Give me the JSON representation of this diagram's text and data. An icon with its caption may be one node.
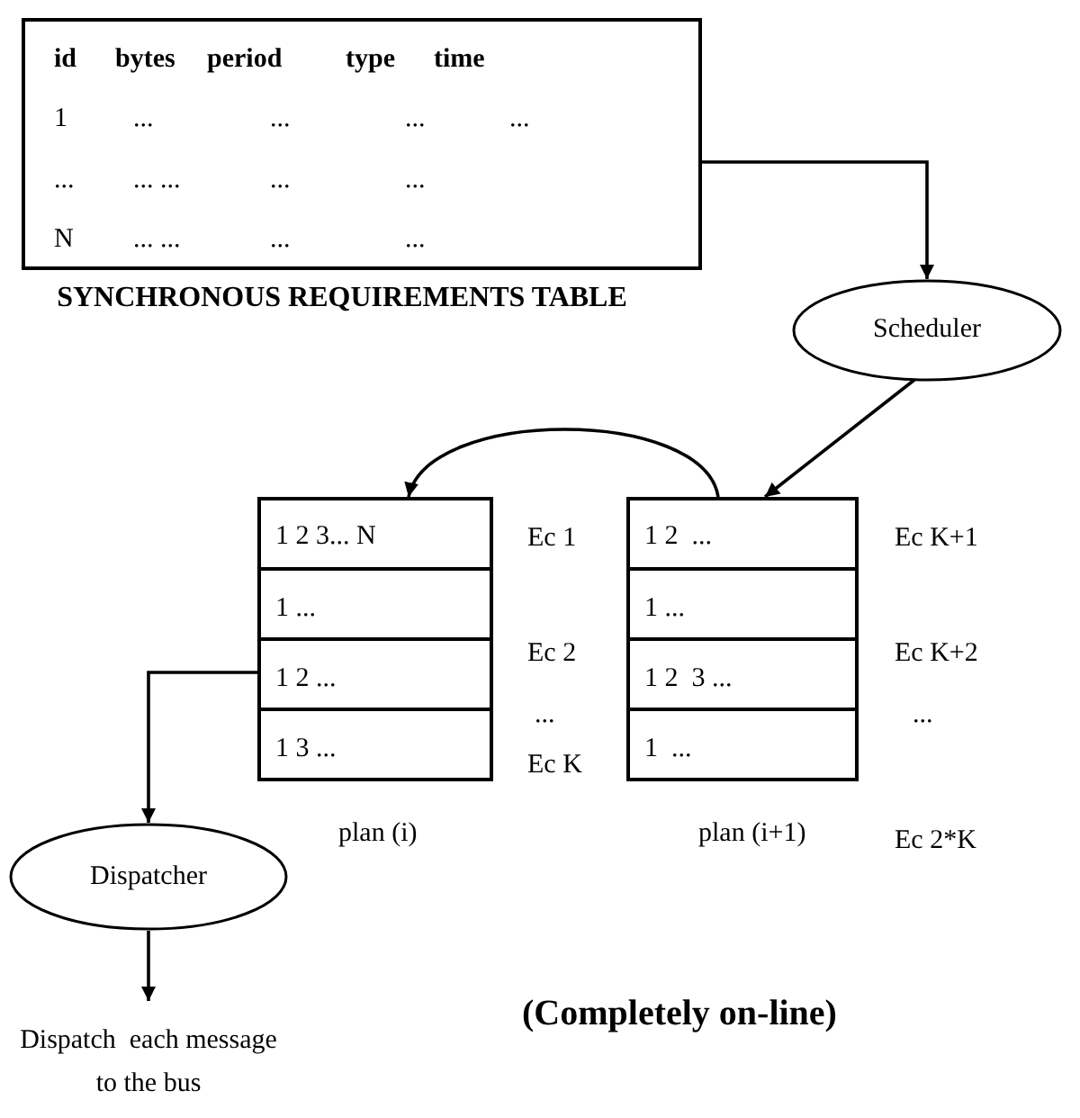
{
  "diagram": {
    "nodes": [
      {
        "text": [
          "id",
          "bytes",
          "period",
          "type",
          "time",
          "1",
          "...",
          "...",
          "...",
          "...",
          "...",
          "... ...",
          "...",
          "...",
          "N",
          "... ...",
          "...",
          "..."
        ],
        "beside": [
          "SYNCHRONOUS REQUIREMENTS TABLE"
        ]
      },
      {
        "text": [
          "Scheduler"
        ]
      },
      {
        "text": [],
        "shape": "box",
        "beside": [
          "plan (i)"
        ]
      },
      {
        "text": [
          "1 2 3... N"
        ],
        "in": 2
      },
      {
        "text": [
          "1 ..."
        ],
        "in": 2
      },
      {
        "text": [
          "1 2 ..."
        ],
        "in": 2
      },
      {
        "text": [
          "1 3 ..."
        ],
        "in": 2
      },
      {
        "text": [],
        "shape": "box",
        "beside": [
          "plan (i+1)"
        ]
      },
      {
        "text": [
          "1 2  ..."
        ],
        "in": 7
      },
      {
        "text": [
          "1 ..."
        ],
        "in": 7
      },
      {
        "text": [
          "1 2  3 ..."
        ],
        "in": 7
      },
      {
        "text": [
          "1  ..."
        ],
        "in": 7
      },
      {
        "text": [
          "Dispatcher"
        ]
      },
      {
        "text": [
          "Dispatch  each message to the bus"
        ]
      }
    ],
    "edges": [
      {
        "from": 0,
        "to": 1,
        "arrow": "to"
      },
      {
        "from": 1,
        "to": 7,
        "arrow": "to"
      },
      {
        "from": 7,
        "to": 2,
        "arrow": "to"
      },
      {
        "from": 5,
        "to": 12,
        "arrow": "to"
      },
      {
        "from": 12,
        "to": 13,
        "arrow": "to"
      }
    ],
    "labels": [
      "Ec 1",
      "Ec 2",
      "...",
      "Ec K",
      "Ec K+1",
      "Ec K+2",
      "...",
      "Ec 2*K",
      "(Completely on-line)"
    ]
  }
}
